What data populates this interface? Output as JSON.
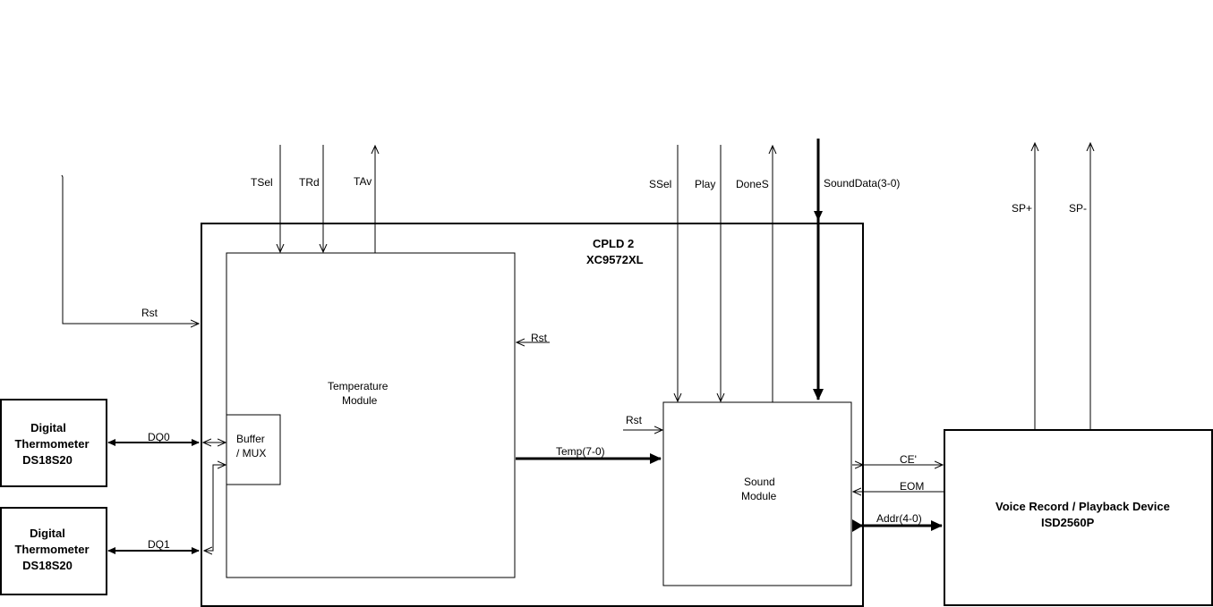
{
  "cpld": {
    "line1": "CPLD 2",
    "line2": "XC9572XL"
  },
  "temperature_module": {
    "line1": "Temperature",
    "line2": "Module"
  },
  "buffer_mux": {
    "line1": "Buffer",
    "line2": "/ MUX"
  },
  "sound_module": {
    "line1": "Sound",
    "line2": "Module"
  },
  "thermometer_0": {
    "line1": "Digital",
    "line2": "Thermometer",
    "line3": "DS18S20"
  },
  "thermometer_1": {
    "line1": "Digital",
    "line2": "Thermometer",
    "line3": "DS18S20"
  },
  "voice_device": {
    "line1": "Voice Record / Playback Device",
    "line2": "ISD2560P"
  },
  "signals": {
    "tsel": "TSel",
    "trd": "TRd",
    "tav": "TAv",
    "ssel": "SSel",
    "play": "Play",
    "dones": "DoneS",
    "sounddata": "SoundData(3-0)",
    "sp_plus": "SP+",
    "sp_minus": "SP-",
    "rst_main": "Rst",
    "rst_temp": "Rst",
    "rst_sound": "Rst",
    "dq0": "DQ0",
    "dq1": "DQ1",
    "temp_bus": "Temp(7-0)",
    "ce": "CE'",
    "eom": "EOM",
    "addr": "Addr(4-0)"
  }
}
